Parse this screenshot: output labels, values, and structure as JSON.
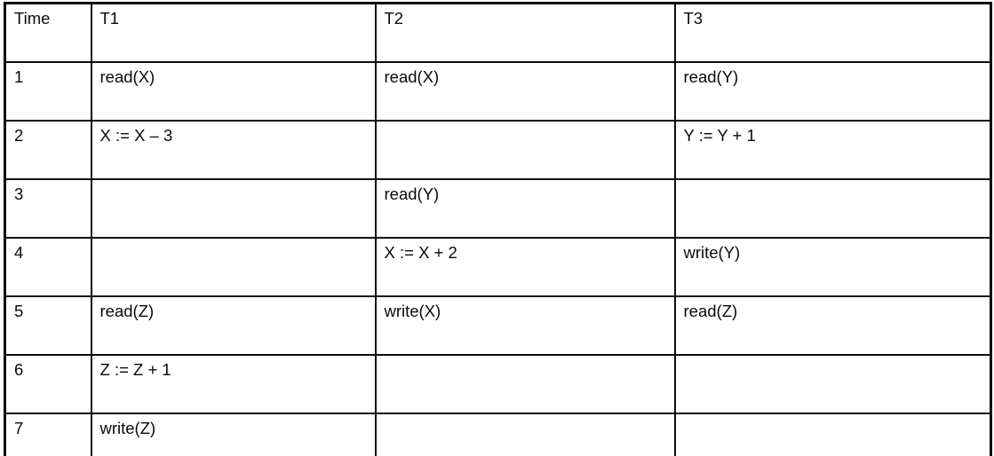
{
  "table": {
    "columns": {
      "time": "Time",
      "t1": "T1",
      "t2": "T2",
      "t3": "T3"
    },
    "rows": [
      {
        "time": "1",
        "t1": "read(X)",
        "t2": "read(X)",
        "t3": "read(Y)"
      },
      {
        "time": "2",
        "t1": "X := X – 3",
        "t2": "",
        "t3": "Y := Y + 1"
      },
      {
        "time": "3",
        "t1": "",
        "t2": "read(Y)",
        "t3": ""
      },
      {
        "time": "4",
        "t1": "",
        "t2": "X := X + 2",
        "t3": "write(Y)"
      },
      {
        "time": "5",
        "t1": "read(Z)",
        "t2": "write(X)",
        "t3": "read(Z)"
      },
      {
        "time": "6",
        "t1": "Z := Z + 1",
        "t2": "",
        "t3": ""
      },
      {
        "time": "7",
        "t1": "write(Z)",
        "t2": "",
        "t3": ""
      }
    ]
  },
  "colors": {
    "border": "#0d0d0d",
    "text": "#0a0a0a",
    "background": "#ffffff"
  }
}
